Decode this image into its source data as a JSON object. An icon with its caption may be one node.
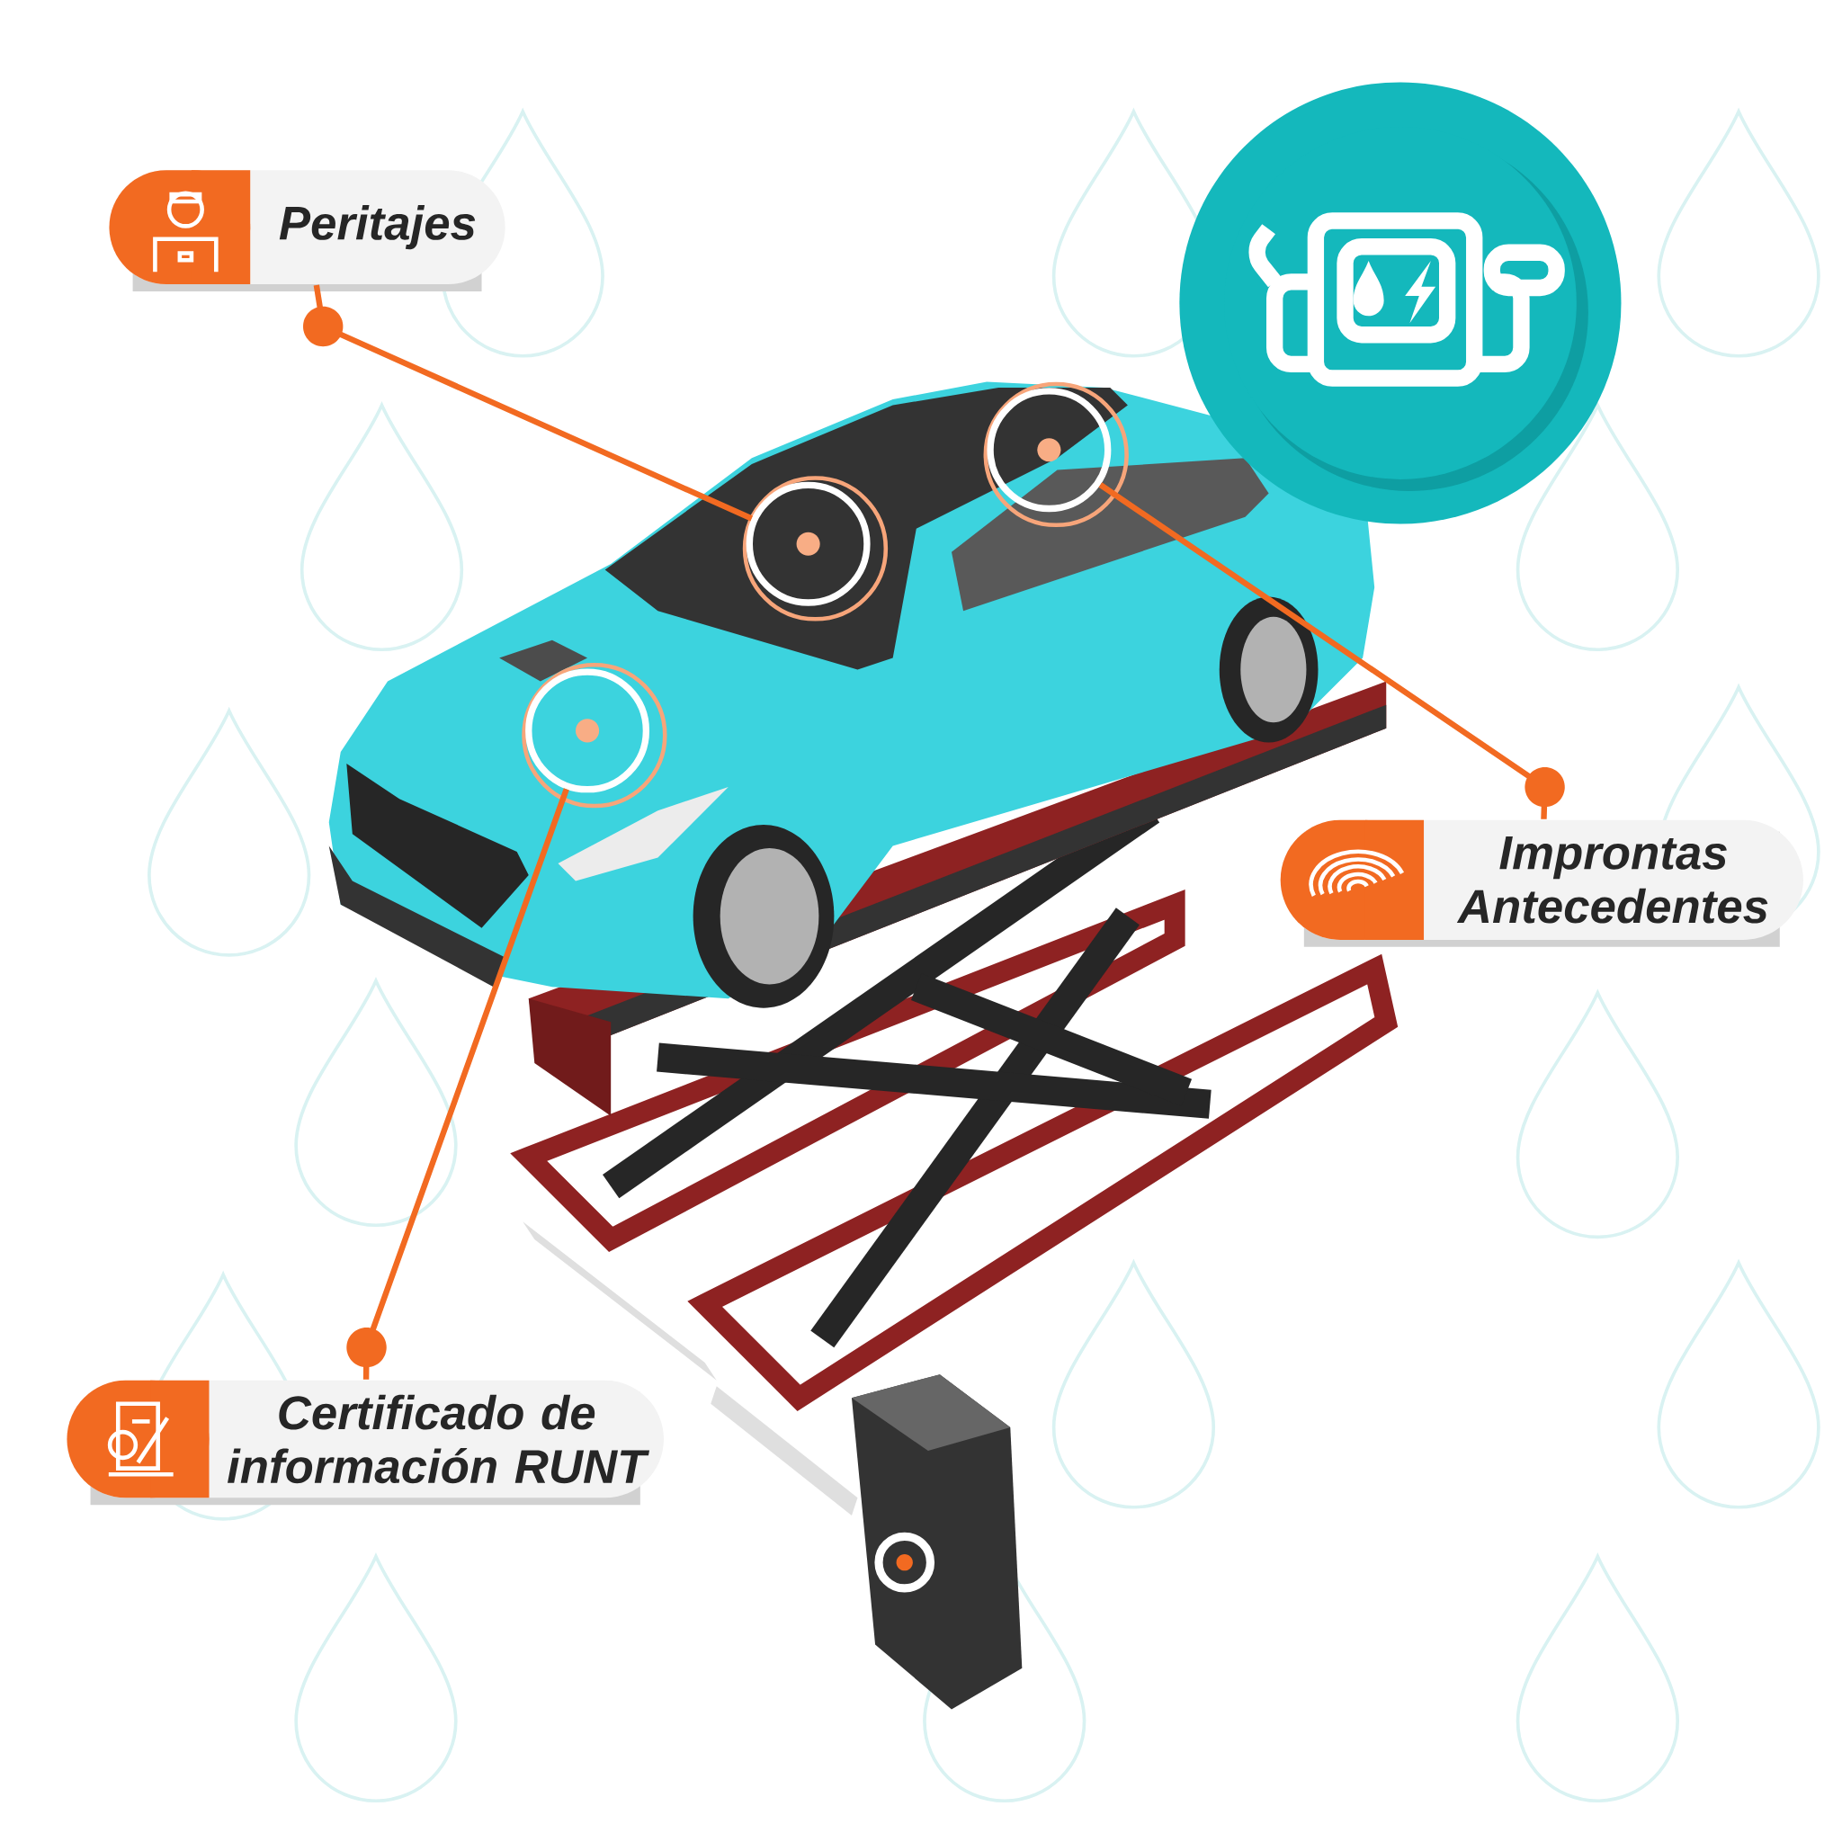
{
  "diagram": {
    "nodes": [
      {
        "text": [
          "Peritajes"
        ]
      },
      {
        "text": [
          "Improntas Antecedentes"
        ]
      },
      {
        "text": [
          "Certificado de información RUNT"
        ]
      },
      {
        "text": [],
        "shape": "circle"
      },
      {
        "text": [],
        "shape": "circle"
      },
      {
        "text": [],
        "shape": "circle"
      }
    ],
    "edges": [
      {
        "from": 0,
        "to": 4,
        "arrow": "none"
      },
      {
        "from": 1,
        "to": 5,
        "arrow": "none"
      },
      {
        "from": 2,
        "to": 3,
        "arrow": "none"
      }
    ]
  }
}
